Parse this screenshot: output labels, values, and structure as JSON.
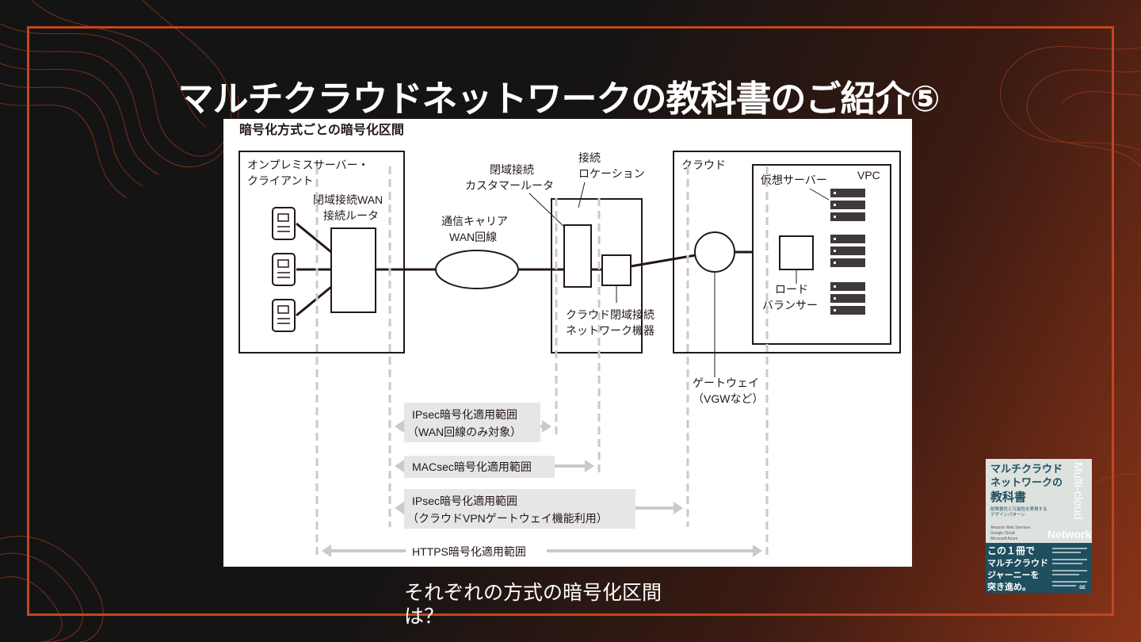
{
  "slide": {
    "title": "マルチクラウドネットワークの教科書のご紹介⑤",
    "caption": "それぞれの方式の暗号化区間は？"
  },
  "diagram": {
    "heading": "暗号化方式ごとの暗号化区間",
    "onprem_title_1": "オンプレミスサーバー・",
    "onprem_title_2": "クライアント",
    "wan_router_1": "閉域接続WAN",
    "wan_router_2": "接続ルータ",
    "carrier_1": "通信キャリア",
    "carrier_2": "WAN回線",
    "customer_router_1": "閉域接続",
    "customer_router_2": "カスタマールータ",
    "location_1": "接続",
    "location_2": "ロケーション",
    "cloud_device_1": "クラウド閉域接続",
    "cloud_device_2": "ネットワーク機器",
    "cloud_title": "クラウド",
    "vpc": "VPC",
    "virtual_server": "仮想サーバー",
    "lb_1": "ロード",
    "lb_2": "バランサー",
    "gateway_1": "ゲートウェイ",
    "gateway_2": "（VGWなど）",
    "range_ipsec_wan_1": "IPsec暗号化適用範囲",
    "range_ipsec_wan_2": "（WAN回線のみ対象）",
    "range_macsec": "MACsec暗号化適用範囲",
    "range_ipsec_vpn_1": "IPsec暗号化適用範囲",
    "range_ipsec_vpn_2": "（クラウドVPNゲートウェイ機能利用）",
    "range_https": "HTTPS暗号化適用範囲"
  },
  "book": {
    "title_1": "マルチクラウド",
    "title_2": "ネットワークの",
    "title_3": "教科書",
    "subtitle_1": "耐障害性と冗長性を実現する",
    "subtitle_2": "デザインパターン",
    "providers_1": "Amazon Web Services",
    "providers_2": "Google Cloud",
    "providers_3": "Microsoft Azure",
    "brand": "Network",
    "side_text": "Multi-cloud",
    "band_1": "この１冊で",
    "band_2": "マルチクラウド",
    "band_3": "ジャーニーを",
    "band_4": "突き進め。",
    "publisher": "SE"
  },
  "colors": {
    "accent": "#c2461f",
    "background": "#141414"
  }
}
